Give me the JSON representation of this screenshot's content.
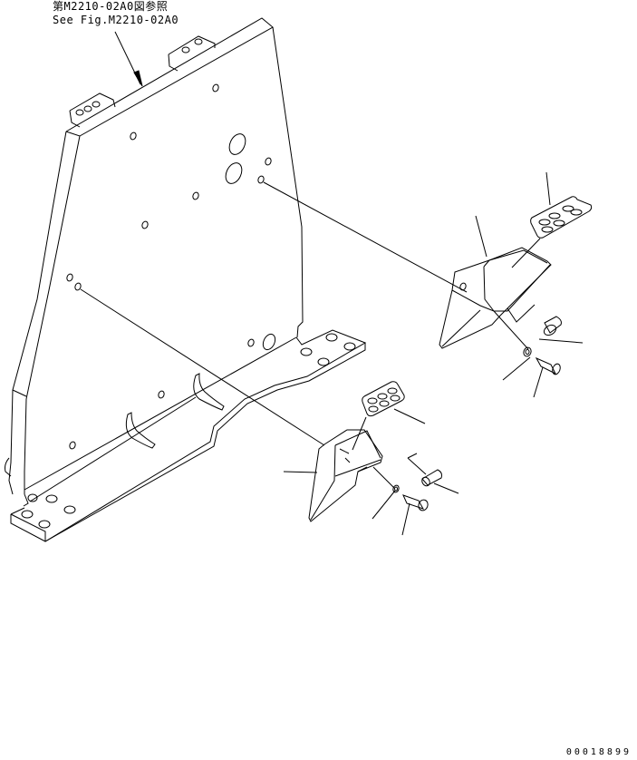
{
  "diagram": {
    "type": "exploded parts illustration",
    "reference_note": {
      "japanese": "第M2210-02A0図参照",
      "english": "See Fig.M2210-02A0"
    },
    "document_id": "00018899",
    "components": [
      {
        "name": "main-frame-plate",
        "description": "Large vertical plate with top brackets and bottom rail"
      },
      {
        "name": "upper-bracket-assembly",
        "description": "Triangular bracket with pad, nut, washer, bolt"
      },
      {
        "name": "lower-bracket-assembly",
        "description": "Triangular bracket with pad, nut, washer, bolt"
      }
    ],
    "colors": {
      "line": "#000000",
      "background": "#ffffff"
    }
  }
}
